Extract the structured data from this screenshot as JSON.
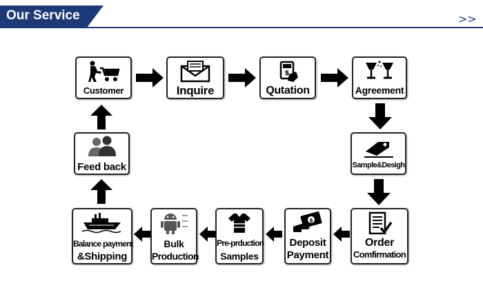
{
  "header": {
    "title": "Our Service",
    "more_label": ">>"
  },
  "steps": [
    {
      "label": "Customer",
      "icon": "shopping-cart-icon"
    },
    {
      "label": "Inquire",
      "icon": "envelope-icon"
    },
    {
      "label": "Qutation",
      "icon": "calculator-hand-icon"
    },
    {
      "label": "Agreement",
      "icon": "champagne-glasses-icon"
    },
    {
      "label": "Sample&Desigh",
      "icon": "sample-tag-icon"
    },
    {
      "label_line1": "Order",
      "label_line2": "Comfirmation",
      "icon": "order-document-icon"
    },
    {
      "label_line1": "Deposit",
      "label_line2": "Payment",
      "icon": "money-hand-icon"
    },
    {
      "label_line1": "Pre-prduction",
      "label_line2": "Samples",
      "icon": "shirt-sample-icon"
    },
    {
      "label_line1": "Bulk",
      "label_line2": "Production",
      "icon": "robot-production-icon"
    },
    {
      "label_line1": "Balance payment",
      "label_line2": "&Shipping",
      "icon": "cargo-ship-icon"
    },
    {
      "label": "Feed back",
      "icon": "people-icon"
    }
  ],
  "colors": {
    "brand": "#1d3a78",
    "arrow": "#000000",
    "box_border": "#222222"
  }
}
